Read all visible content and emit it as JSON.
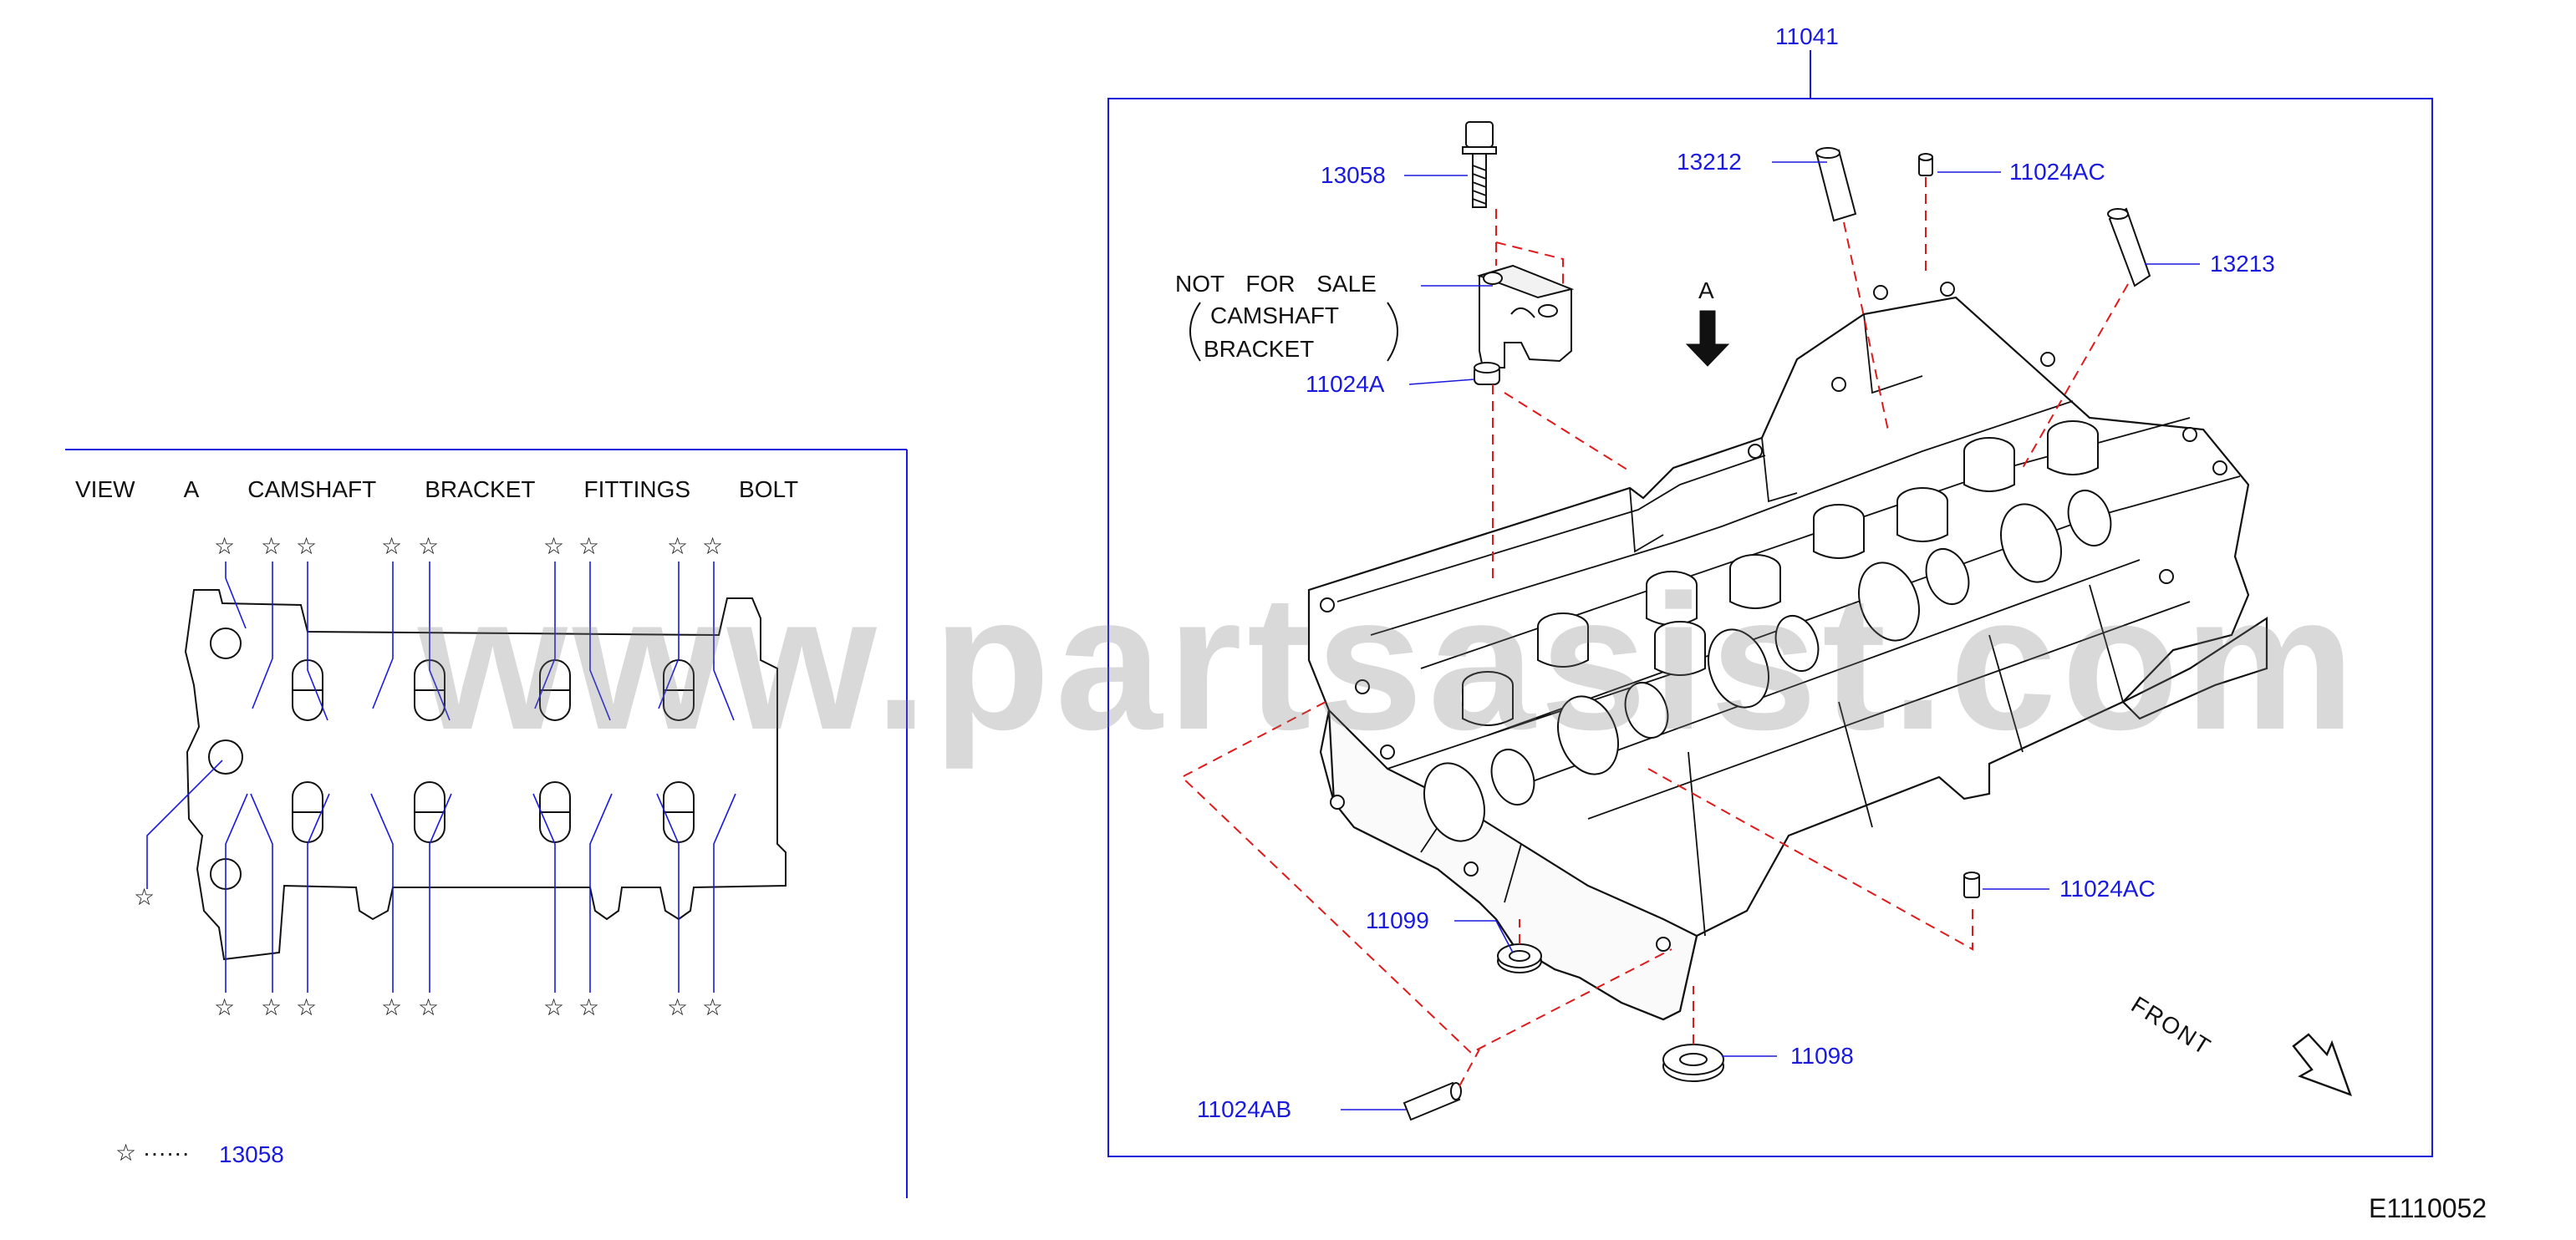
{
  "diagram": {
    "colors": {
      "part_number": "#1a1adf",
      "leader": "#1a1adf",
      "dash": "#e01a1a",
      "line": "#111111"
    },
    "assembly_number": "11041",
    "parts": {
      "bolt": "13058",
      "bracket_pin": "11024A",
      "valve_guide_a": "13212",
      "valve_guide_b": "13213",
      "dowel_ac_top": "11024AC",
      "dowel_ac_bottom": "11024AC",
      "seal_11099": "11099",
      "seal_11098": "11098",
      "dowel_ab": "11024AB"
    },
    "note": {
      "line1": "NOT FOR SALE",
      "line2": "CAMSHAFT",
      "line3": "BRACKET"
    },
    "view_arrow_label": "A",
    "front_label": "FRONT",
    "view_panel": {
      "title_words": [
        "VIEW",
        "A",
        "CAMSHAFT",
        "BRACKET",
        "FITTINGS",
        "BOLT"
      ],
      "legend_symbol": "☆ ······",
      "legend_part": "13058",
      "star_symbol": "☆"
    },
    "diagram_id": "E1110052",
    "watermark": "www.partsasist.com"
  }
}
